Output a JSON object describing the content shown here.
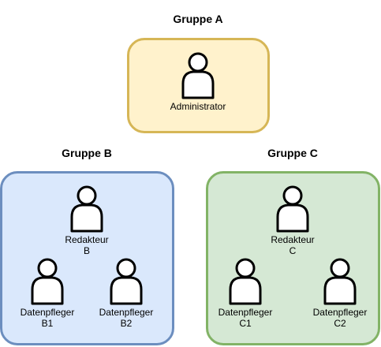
{
  "colors": {
    "group_a_fill": "#fff2cc",
    "group_a_stroke": "#d6b656",
    "group_b_fill": "#dae8fc",
    "group_b_stroke": "#6c8ebf",
    "group_c_fill": "#d5e8d4",
    "group_c_stroke": "#82b366"
  },
  "groups": {
    "a": {
      "title": "Gruppe A",
      "members": [
        {
          "line1": "Administrator",
          "line2": "",
          "icon": "person-icon"
        }
      ]
    },
    "b": {
      "title": "Gruppe B",
      "members": [
        {
          "line1": "Redakteur",
          "line2": "B",
          "icon": "person-icon"
        },
        {
          "line1": "Datenpfleger",
          "line2": "B1",
          "icon": "person-icon"
        },
        {
          "line1": "Datenpfleger",
          "line2": "B2",
          "icon": "person-icon"
        }
      ]
    },
    "c": {
      "title": "Gruppe C",
      "members": [
        {
          "line1": "Redakteur",
          "line2": "C",
          "icon": "person-icon"
        },
        {
          "line1": "Datenpfleger",
          "line2": "C1",
          "icon": "person-icon"
        },
        {
          "line1": "Datenpfleger",
          "line2": "C2",
          "icon": "person-icon"
        }
      ]
    }
  }
}
